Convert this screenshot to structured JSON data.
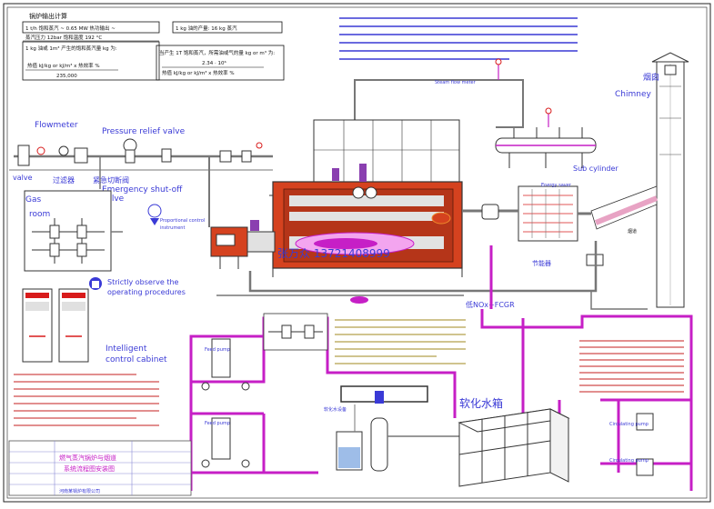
{
  "calc_table": {
    "title": "锅炉输出计算",
    "row1_left": "1 t/h 饱和蒸汽 ~ 0.65 MW 热功输出 ~",
    "row1_right": "1 kg 油的产量: 16 kg 蒸汽",
    "row2": "蒸汽压力 12bar 饱和温度  192 °C",
    "row3_left_a": "1 kg 油或 1m³ 产生的饱和蒸汽量 kg 为:",
    "row3_left_b": "热值 kJ/kg or kJ/m³ x 热效率 %",
    "row3_left_c": "235,000",
    "row3_right_a": "当产生 1T 饱和蒸汽，所需油或气的量 kg or m³ 为:",
    "row3_right_b": "2.34 · 10⁶",
    "row3_right_c": "热值 kJ/kg or kJ/m³ x 热效率 %"
  },
  "labels": {
    "flowmeter": "Flowmeter",
    "pressure_relief": "Pressure relief valve",
    "valve": "valve",
    "filter": "过滤器",
    "emergency_cn": "紧急切断阀",
    "emergency_en": "Emergency shut-off",
    "emergency_en2": "valve",
    "gas_room_1": "Gas",
    "gas_room_2": "room",
    "proportional": "Proportional control",
    "instrument": "instrument",
    "strictly_1": "Strictly observe the",
    "strictly_2": "operating procedures",
    "intelligent_1": "Intelligent",
    "intelligent_2": "control cabinet",
    "chimney_cn": "烟囱",
    "chimney_en": "Chimney",
    "sub_cylinder": "Sub cylinder",
    "energy_saver": "Energy saver",
    "economizer_cn": "节能器",
    "flue": "烟道",
    "nox": "低NOx+FCGR",
    "soft_water_tank": "软化水箱",
    "water_softener": "软化水设备",
    "steam_flow": "Steam flow meter",
    "feed_pump": "Feed pump",
    "circulating_pump": "Circulating pump",
    "watermark": "张万众 13721408999"
  },
  "title_block": {
    "title_1": "燃气蒸汽锅炉与烟道",
    "title_2": "系统流程图安装图",
    "company": "河南某锅炉有限公司"
  },
  "colors": {
    "purple_pipe": "#c61fc6",
    "blue_text": "#3a3ad6",
    "boiler_red": "#d5421f",
    "pipe_gray": "#6f6f6f"
  }
}
